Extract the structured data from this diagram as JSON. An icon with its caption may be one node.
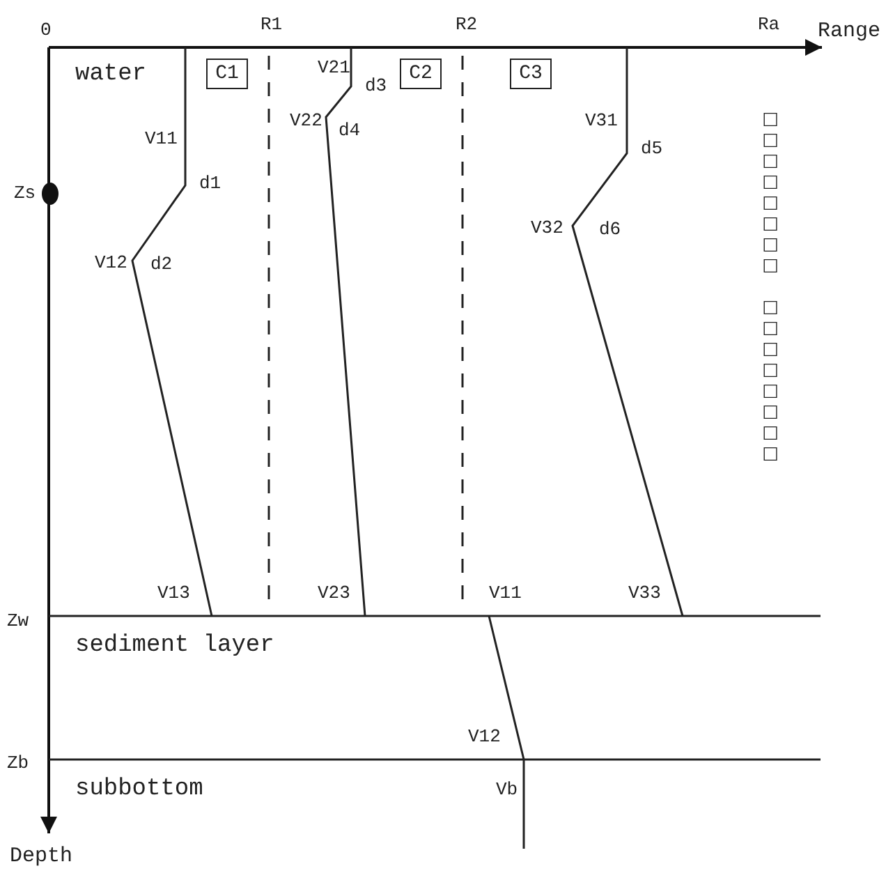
{
  "diagram": {
    "nodes": [
      {
        "text": [
          "C1"
        ]
      },
      {
        "text": [
          "C2"
        ]
      },
      {
        "text": [
          "C3"
        ]
      }
    ],
    "labels": [
      "0",
      "R1",
      "R2",
      "Ra",
      "Range",
      "water",
      "V21",
      "d3",
      "V22",
      "d4",
      "V11",
      "V31",
      "d5",
      "d1",
      "Zs",
      "V32",
      "d6",
      "V12",
      "d2",
      "□□□□□□□□ □□□□□□□□",
      "V13",
      "V23",
      "V11",
      "V33",
      "Zw",
      "sediment layer",
      "V12",
      "Zb",
      "subbottom",
      "Vb",
      "Depth"
    ]
  }
}
